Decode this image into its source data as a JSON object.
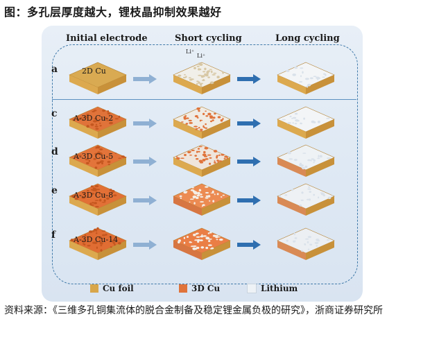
{
  "title": "图：多孔层厚度越大，锂枝晶抑制效果越好",
  "columns": [
    "Initial electrode",
    "Short cycling",
    "Long cycling"
  ],
  "rows": [
    {
      "label": "a",
      "sample": "2D Cu"
    },
    {
      "label": "c",
      "sample": "A-3D Cu-2"
    },
    {
      "label": "d",
      "sample": "A-3D Cu-5"
    },
    {
      "label": "e",
      "sample": "A-3D Cu-8"
    },
    {
      "label": "f",
      "sample": "A-3D Cu-14"
    }
  ],
  "ion_labels": [
    "Li⁺",
    "Li⁺"
  ],
  "legend": [
    {
      "label": "Cu foil",
      "color": "#d8a64a"
    },
    {
      "label": "3D Cu",
      "color": "#e0733a"
    },
    {
      "label": "Lithium",
      "color": "#eef2f6"
    }
  ],
  "source": "资料来源：《三维多孔铜集流体的脱合金制备及稳定锂金属负极的研究》，浙商证券研究所"
}
